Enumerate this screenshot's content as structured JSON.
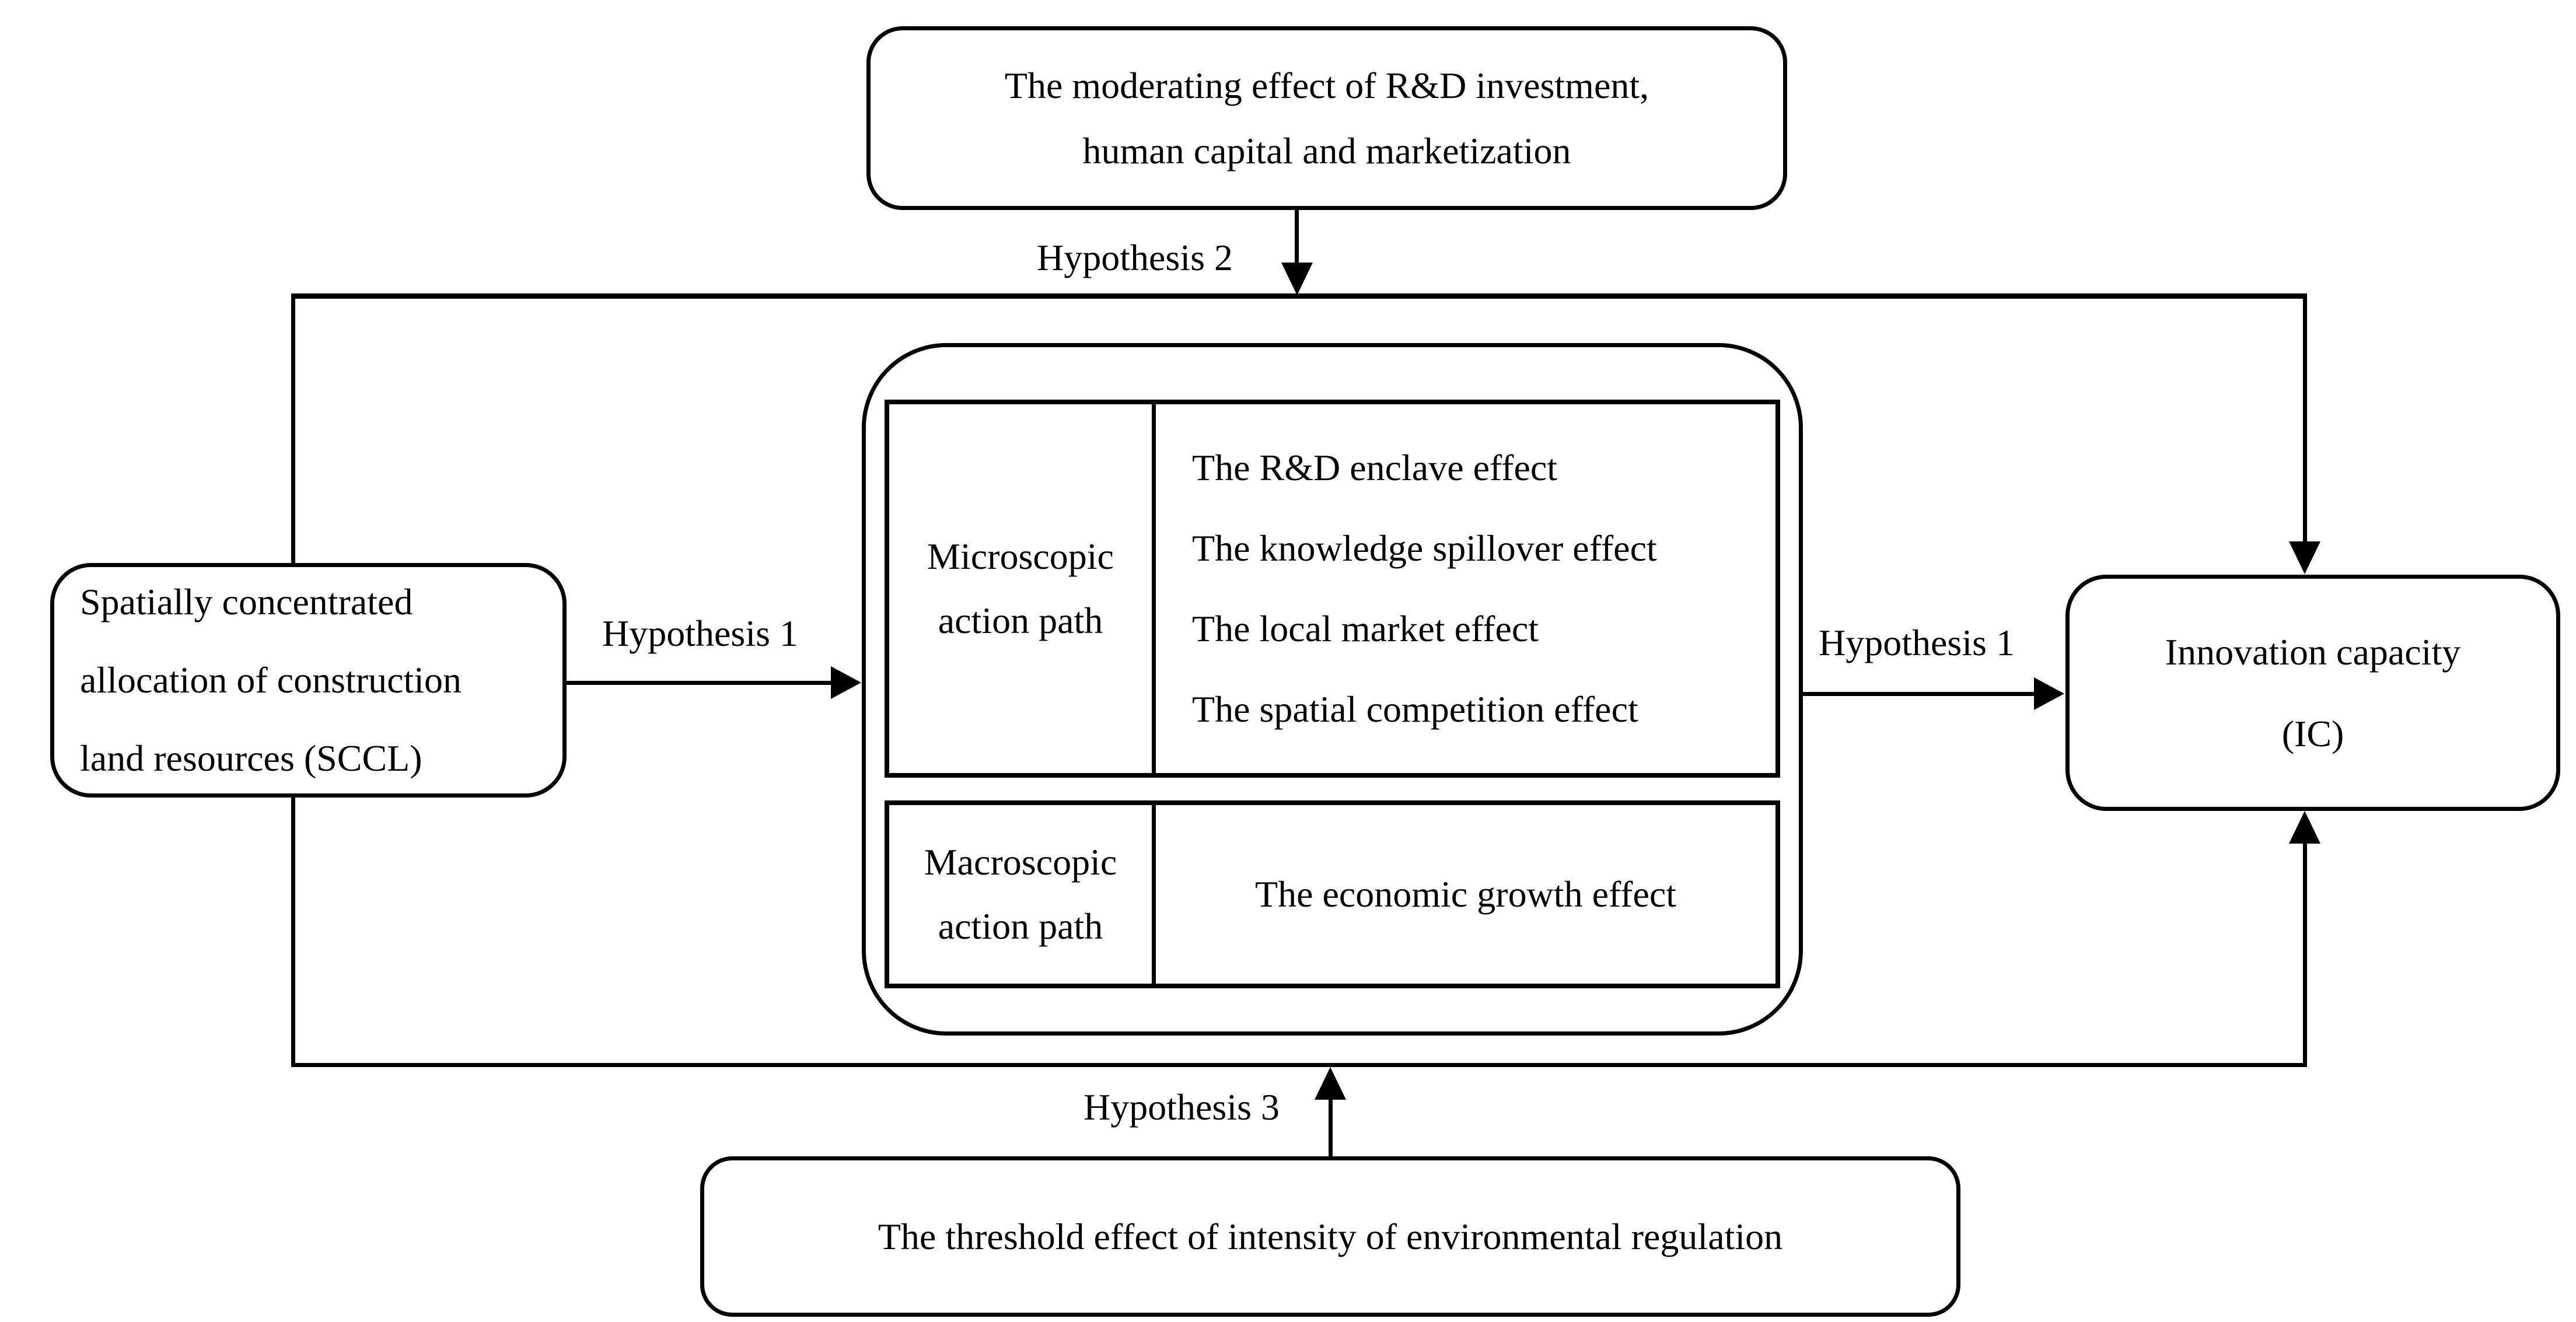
{
  "figure": {
    "colors": {
      "line": "#000000",
      "background": "#ffffff"
    }
  },
  "boxes": {
    "moderating": {
      "line1": "The moderating effect of R&D investment,",
      "line2": "human capital and marketization"
    },
    "sccl": {
      "line1": "Spatially concentrated",
      "line2": "allocation of construction",
      "line3": "land resources (SCCL)"
    },
    "innovation": {
      "line1": "Innovation capacity",
      "line2": "(IC)"
    },
    "threshold": {
      "text": "The threshold effect of intensity of environmental regulation"
    }
  },
  "labels": {
    "hypothesis2": "Hypothesis 2",
    "hypothesis1_left": "Hypothesis 1",
    "hypothesis1_right": "Hypothesis 1",
    "hypothesis3": "Hypothesis 3"
  },
  "action_paths": {
    "microscopic": {
      "header_line1": "Microscopic",
      "header_line2": "action path",
      "effects": [
        "The R&D enclave effect",
        "The knowledge spillover effect",
        "The local market effect",
        "The spatial competition effect"
      ]
    },
    "macroscopic": {
      "header_line1": "Macroscopic",
      "header_line2": "action path",
      "effects": [
        "The economic growth effect"
      ]
    }
  }
}
